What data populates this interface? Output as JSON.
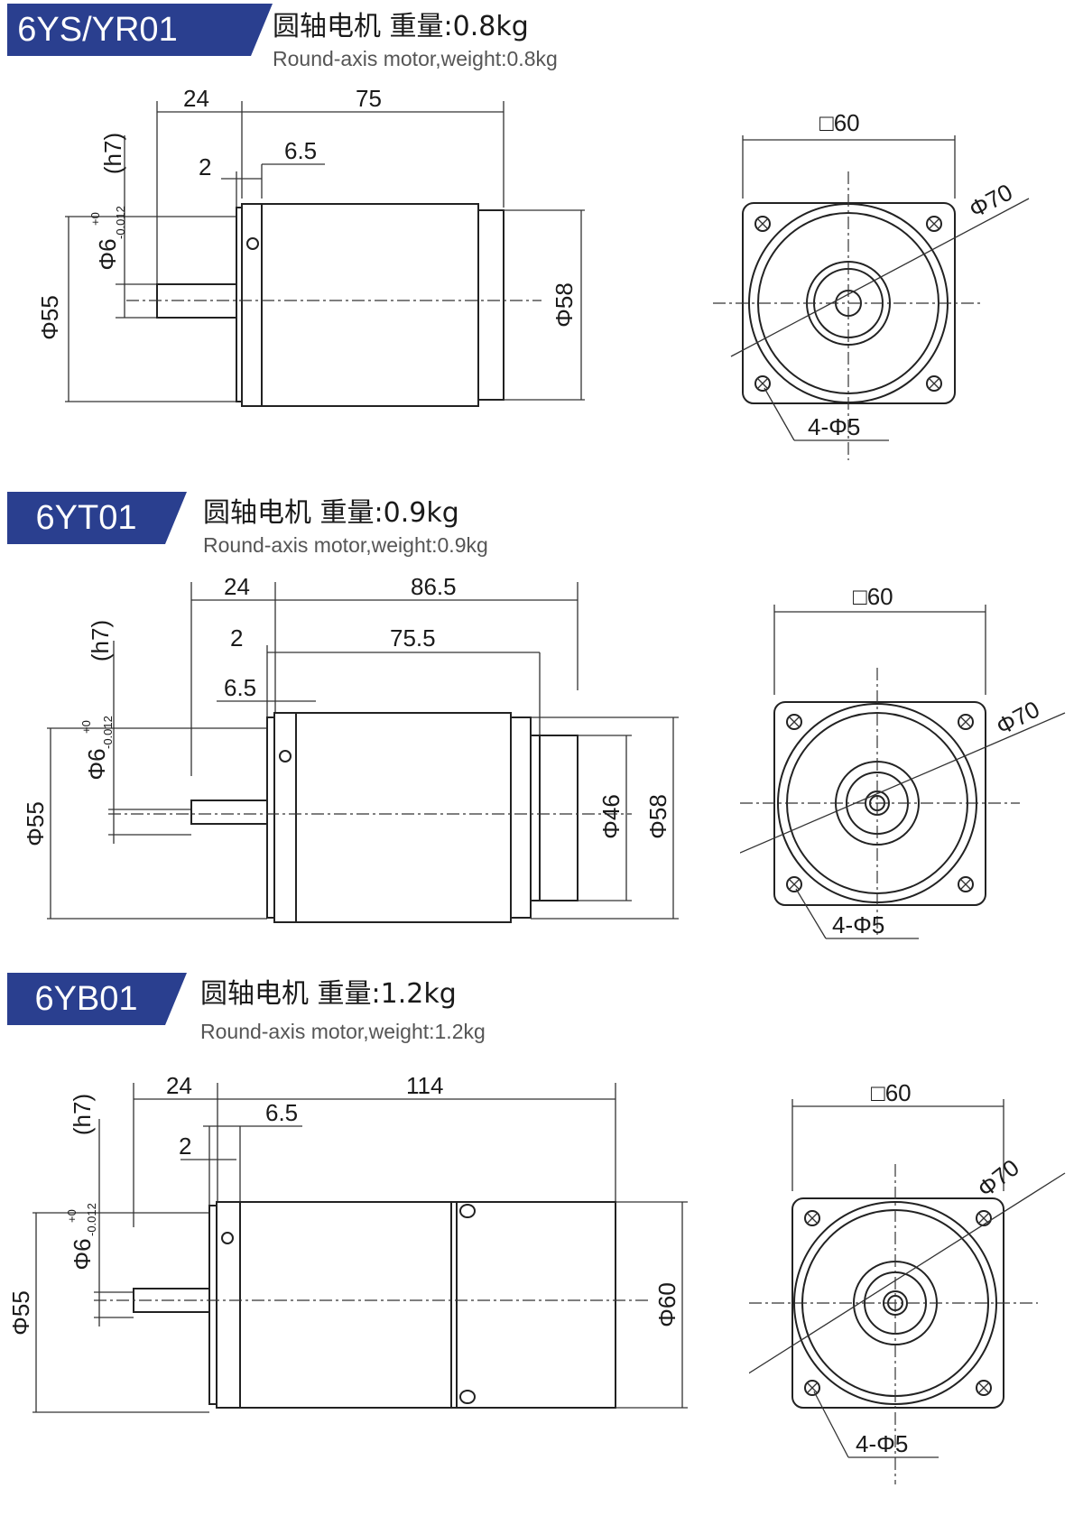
{
  "sections": [
    {
      "model": "6YS/YR01",
      "title_cn": "圆轴电机 重量:0.8kg",
      "title_en": "Round-axis motor,weight:0.8kg",
      "dims": {
        "shaft_len": "24",
        "body_len": "75",
        "step": "2",
        "flange": "6.5",
        "shaft_dia": "Φ6",
        "tol_plus": "+0",
        "tol_minus": "-0.012",
        "fit": "(h7)",
        "pilot": "Φ55",
        "body_dia": "Φ58",
        "square": "□60",
        "pcd": "Φ70",
        "holes": "4-Φ5"
      }
    },
    {
      "model": "6YT01",
      "title_cn": "圆轴电机 重量:0.9kg",
      "title_en": "Round-axis motor,weight:0.9kg",
      "dims": {
        "shaft_len": "24",
        "total_len": "86.5",
        "step": "2",
        "body_len": "75.5",
        "flange": "6.5",
        "shaft_dia": "Φ6",
        "tol_plus": "+0",
        "tol_minus": "-0.012",
        "fit": "(h7)",
        "pilot": "Φ55",
        "cap_dia": "Φ46",
        "body_dia": "Φ58",
        "square": "□60",
        "pcd": "Φ70",
        "holes": "4-Φ5"
      }
    },
    {
      "model": "6YB01",
      "title_cn": "圆轴电机 重量:1.2kg",
      "title_en": "Round-axis motor,weight:1.2kg",
      "dims": {
        "shaft_len": "24",
        "body_len": "114",
        "flange": "6.5",
        "step": "2",
        "shaft_dia": "Φ6",
        "tol_plus": "+0",
        "tol_minus": "-0.012",
        "fit": "(h7)",
        "pilot": "Φ55",
        "body_dia": "Φ60",
        "square": "□60",
        "pcd": "Φ70",
        "holes": "4-Φ5"
      }
    }
  ]
}
